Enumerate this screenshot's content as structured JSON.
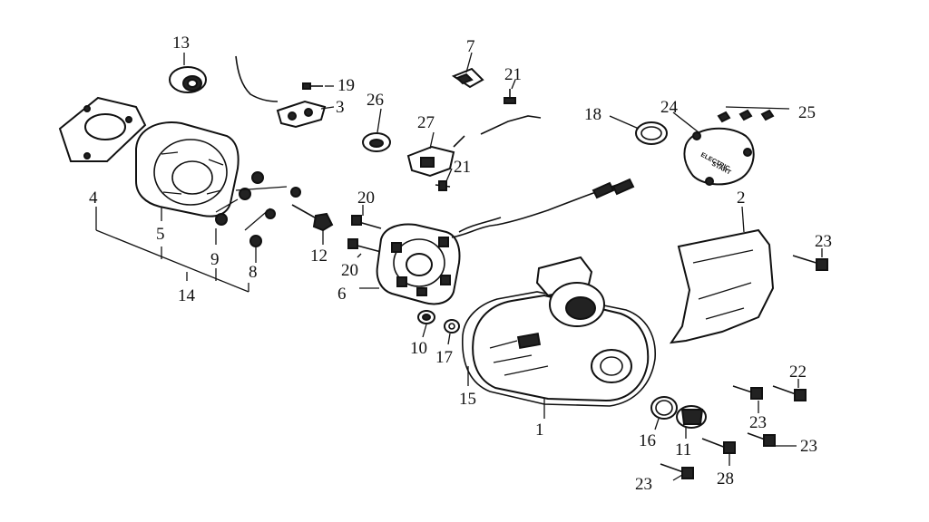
{
  "labels": {
    "l1": "1",
    "l2": "2",
    "l3": "3",
    "l4": "4",
    "l5": "5",
    "l6": "6",
    "l7": "7",
    "l8": "8",
    "l9": "9",
    "l10": "10",
    "l11": "11",
    "l12": "12",
    "l13": "13",
    "l14": "14",
    "l15": "15",
    "l16": "16",
    "l17": "17",
    "l18": "18",
    "l19": "19",
    "l20a": "20",
    "l20b": "20",
    "l21a": "21",
    "l21b": "21",
    "l22": "22",
    "l23a": "23",
    "l23b": "23",
    "l23c": "23",
    "l23d": "23",
    "l24": "24",
    "l25": "25",
    "l26": "26",
    "l27": "27",
    "l28": "28"
  },
  "cover_text": {
    "line1": "ELECTRIC",
    "line2": "START"
  }
}
